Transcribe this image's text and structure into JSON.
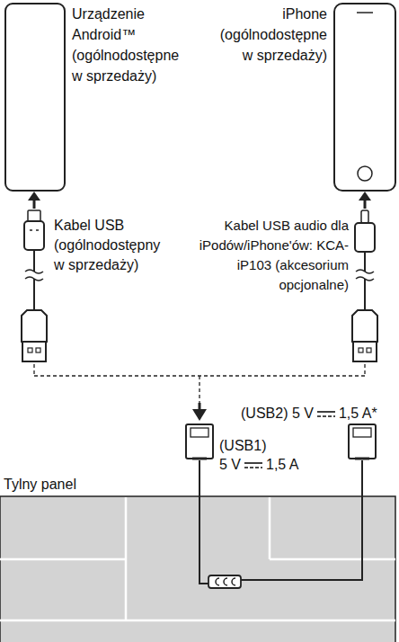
{
  "diagram": {
    "nodes": [
      {
        "text": [
          "Urządzenie Android™ (ogólnodostępne w sprzedaży)"
        ]
      },
      {
        "text": [
          "iPhone (ogólnodostępne w sprzedaży)"
        ]
      },
      {
        "text": [
          "Tylny panel"
        ]
      }
    ],
    "labels": [
      "Kabel USB (ogólnodostępny w sprzedaży)",
      "Kabel USB audio dla iPodów/iPhone'ów: KCA-iP103 (akcesorium opcjonalne)",
      "(USB2) 5 V",
      "1,5 A*",
      "(USB1)",
      "5 V",
      "1,5 A"
    ]
  }
}
